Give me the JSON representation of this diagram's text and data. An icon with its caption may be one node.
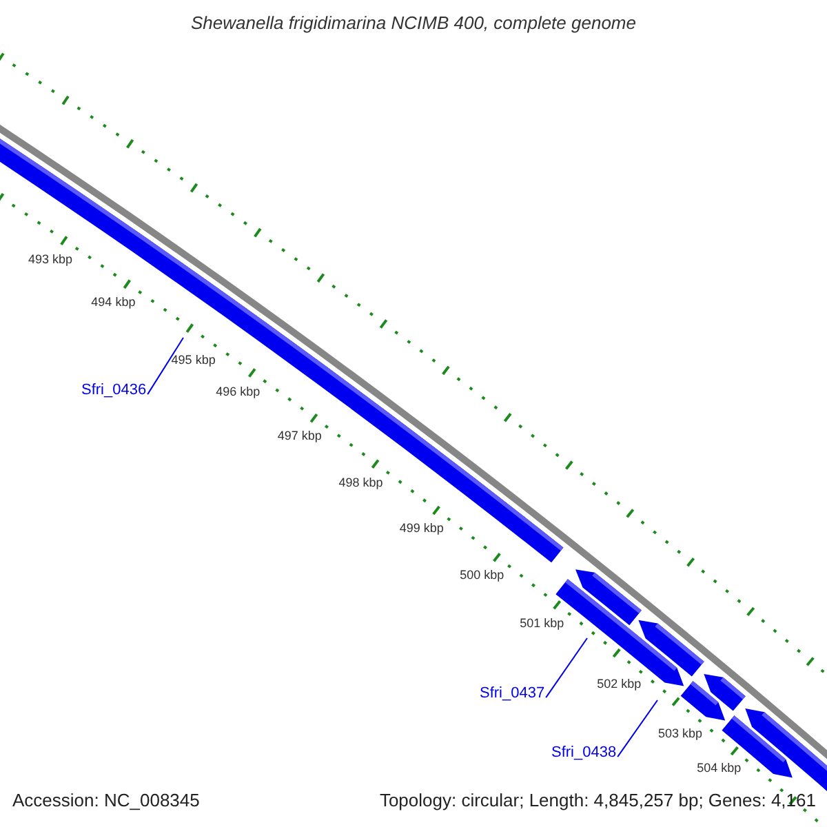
{
  "diagram": {
    "title": "Shewanella frigidimarina NCIMB 400, complete genome",
    "nodes": [
      {
        "text": [
          "Sfri_0436"
        ]
      },
      {
        "text": [
          "Sfri_0437"
        ]
      },
      {
        "text": [
          "Sfri_0438"
        ]
      }
    ],
    "edges": [
      {
        "from": 0,
        "to": null,
        "arrow": "none"
      },
      {
        "from": 1,
        "to": null,
        "arrow": "none"
      },
      {
        "from": 2,
        "to": null,
        "arrow": "none"
      }
    ],
    "labels": [
      "493 kbp",
      "494 kbp",
      "495 kbp",
      "496 kbp",
      "497 kbp",
      "498 kbp",
      "499 kbp",
      "500 kbp",
      "501 kbp",
      "502 kbp",
      "503 kbp",
      "504 kbp",
      "Accession: NC_008345",
      "Topology: circular; Length: 4,845,257 bp; Genes: 4,161"
    ]
  }
}
